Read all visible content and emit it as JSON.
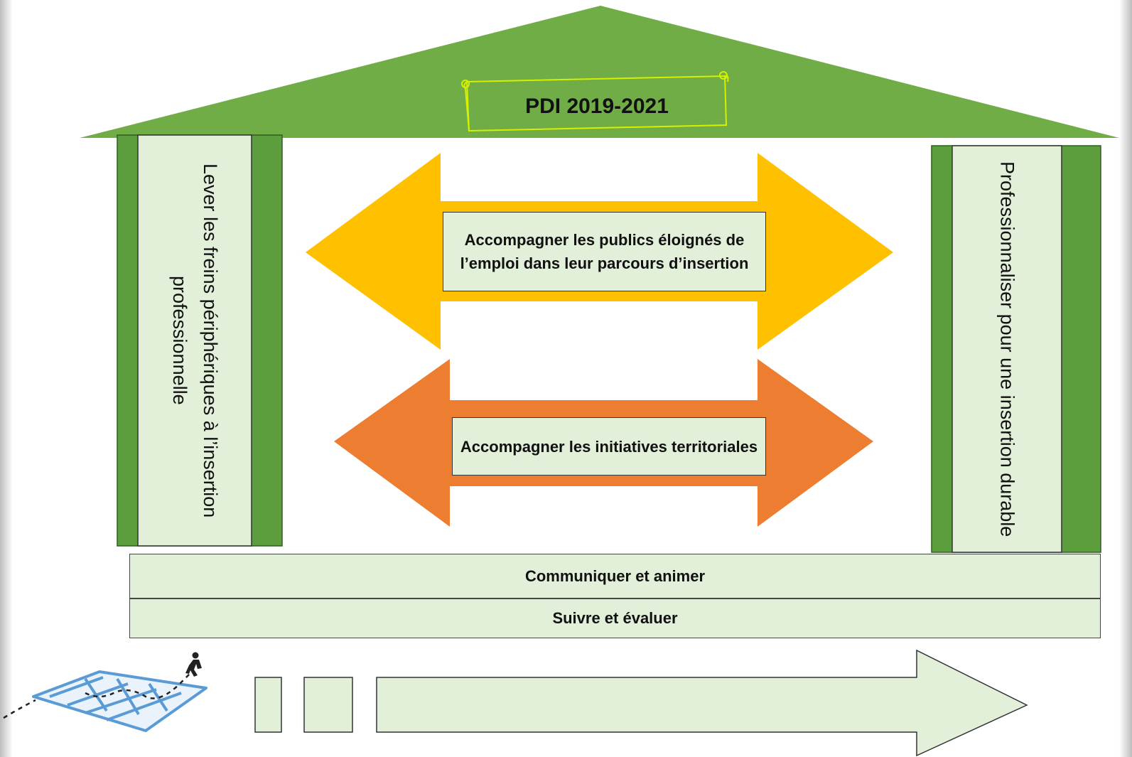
{
  "roof": {
    "title": "PDI 2019-2021"
  },
  "pillars": {
    "left": "Lever les freins périphériques à l’insertion professionnelle",
    "right": "Professionnaliser pour une insertion durable"
  },
  "arrows": {
    "top": "Accompagner les publics éloignés de l’emploi dans leur parcours d’insertion",
    "bottom": "Accompagner les initiatives territoriales"
  },
  "foundation": {
    "upper": "Communiquer et animer",
    "lower": "Suivre et évaluer"
  },
  "colors": {
    "roof_green": "#70ad47",
    "pillar_green": "#5c9e3e",
    "light_green": "#e2efd9",
    "arrow_yellow": "#ffc000",
    "arrow_orange": "#ed7d31",
    "maze_blue": "#5b9bd5"
  },
  "icons": [
    "maze-icon",
    "running-person-icon"
  ]
}
